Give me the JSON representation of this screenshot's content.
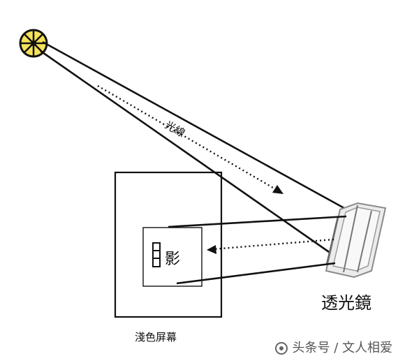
{
  "labels": {
    "light_ray": "光線",
    "lens": "透光鏡",
    "screen": "淺色屏幕",
    "shadow": "影"
  },
  "watermark": {
    "text": "头条号 / 文人相爱"
  },
  "colors": {
    "line": "#111111",
    "sun_fill": "#f4e25a",
    "lens_frame": "#9a9a9a",
    "background": "#ffffff"
  }
}
